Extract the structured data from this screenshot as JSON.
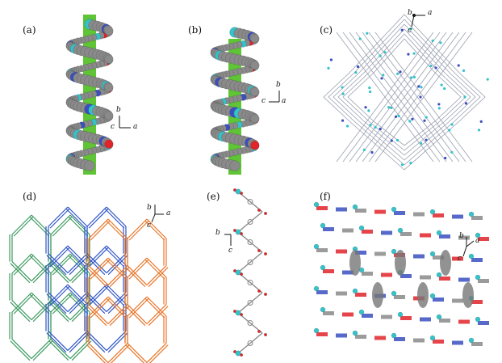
{
  "panels": [
    {
      "label": "(a)",
      "axes": {
        "b": "b",
        "c": "c",
        "a": "a"
      }
    },
    {
      "label": "(b)",
      "axes": {
        "b": "b",
        "c": "c",
        "a": "a"
      }
    },
    {
      "label": "(c)",
      "axes": {
        "b": "b",
        "c": "c",
        "a": "a"
      }
    },
    {
      "label": "(d)",
      "axes": {
        "b": "b",
        "c": "c",
        "a": "a"
      }
    },
    {
      "label": "(e)",
      "axes": {
        "b": "b",
        "c": "c"
      }
    },
    {
      "label": "(f)",
      "axes": {
        "b": "b",
        "c": "c",
        "a": "a"
      }
    }
  ],
  "colors": {
    "rod": "#5fc436",
    "carbon": "#8a8a8a",
    "nitrogen": "#3a4fc0",
    "oxygen": "#e0252a",
    "metal": "#35c2c9",
    "net_green": "#3e9a60",
    "net_blue": "#2f56c8",
    "net_orange": "#e8762a",
    "wire": "#9aa0b0"
  }
}
